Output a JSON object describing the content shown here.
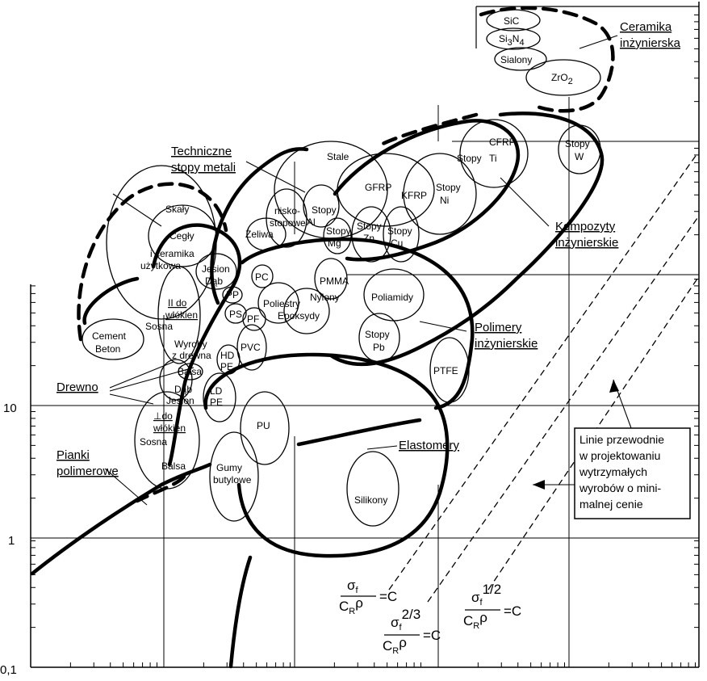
{
  "axis": {
    "y_ticks": [
      "10",
      "1",
      "0,1"
    ]
  },
  "families": {
    "ceramika": [
      "Ceramika",
      "inżynierska"
    ],
    "metale": [
      "Techniczne",
      "stopy metali"
    ],
    "kompozyty": [
      "Kompozyty",
      "inżynierskie"
    ],
    "polimery": [
      "Polimery",
      "inżynierskie"
    ],
    "drewno": "Drewno",
    "elastomery": "Elastomery",
    "pianki": [
      "Pianki",
      "polimerowe"
    ]
  },
  "materials": {
    "sic": "SiC",
    "si3n4_base": "Si",
    "si3n4_sub1": "3",
    "si3n4_n": "N",
    "si3n4_sub2": "4",
    "sialony": "Sialony",
    "zro2_base": "ZrO",
    "zro2_sub": "2",
    "cfrp": "CFRP",
    "stopy_ti": [
      "Stopy",
      "Ti"
    ],
    "stopy_w": [
      "Stopy",
      "W"
    ],
    "stale": "Stale",
    "gfrp": "GFRP",
    "kfrp": "KFRP",
    "stopy_ni": [
      "Stopy",
      "Ni"
    ],
    "nisko": [
      "nisko-",
      "stopowe"
    ],
    "zeliwa": "Żeliwa",
    "stopy_al": [
      "Stopy",
      "Al"
    ],
    "stopy_mg": [
      "Stopy",
      "Mg"
    ],
    "stopy_zn": [
      "Stopy",
      "Zn"
    ],
    "stopy_cu": [
      "Stopy",
      "Cu"
    ],
    "pmma": "PMMA",
    "nylony": "Nylony",
    "poliamidy": "Poliamidy",
    "stopy_pb": [
      "Stopy",
      "Pb"
    ],
    "ptfe": "PTFE",
    "skaly": "Skały",
    "cegly": "Cegły",
    "ceramika_uzytkowa": [
      "i ceramika",
      "użytkowa"
    ],
    "cement": [
      "Cement",
      "Beton"
    ],
    "jesion_dab": [
      "Jesion",
      "Dąb"
    ],
    "pp": "PP",
    "ps": "PS",
    "pc": "PC",
    "pf": "PF",
    "poliestry": "Poliestry",
    "epoksydy": "Epoksydy",
    "pvc": "PVC",
    "hdpe": [
      "HD",
      "PE"
    ],
    "ldpe": [
      "LD",
      "PE"
    ],
    "ii_wlokien": [
      "II do",
      "włókien"
    ],
    "sosna1": "Sosna",
    "wyroby": [
      "Wyroby",
      "z drewna"
    ],
    "balsa1": "Balsa",
    "dab_jesion": [
      "Dąb",
      "Jesion"
    ],
    "perp_wlokien": [
      "⊥do",
      "włókien"
    ],
    "sosna2": "Sosna",
    "balsa2": "Balsa",
    "pu": "PU",
    "gumy": [
      "Gumy",
      "butylowe"
    ],
    "silikony": "Silikony"
  },
  "guide_box": [
    "Linie przewodnie",
    "w projektowaniu",
    "wytrzymałych",
    "wyrobów o mini-",
    "malnej cenie"
  ],
  "formulas": {
    "f1": {
      "num": "σ",
      "num_sub": "f",
      "den": "C",
      "den_sub": "R",
      "den_rho": "ρ",
      "rhs": "=C",
      "exp": ""
    },
    "f2": {
      "num": "σ",
      "num_sub": "f",
      "den": "C",
      "den_sub": "R",
      "den_rho": "ρ",
      "rhs": "=C",
      "exp": "2/3"
    },
    "f3": {
      "num": "σ",
      "num_sub": "f",
      "den": "C",
      "den_sub": "R",
      "den_rho": "ρ",
      "rhs": "=C",
      "exp": "1/2"
    }
  }
}
